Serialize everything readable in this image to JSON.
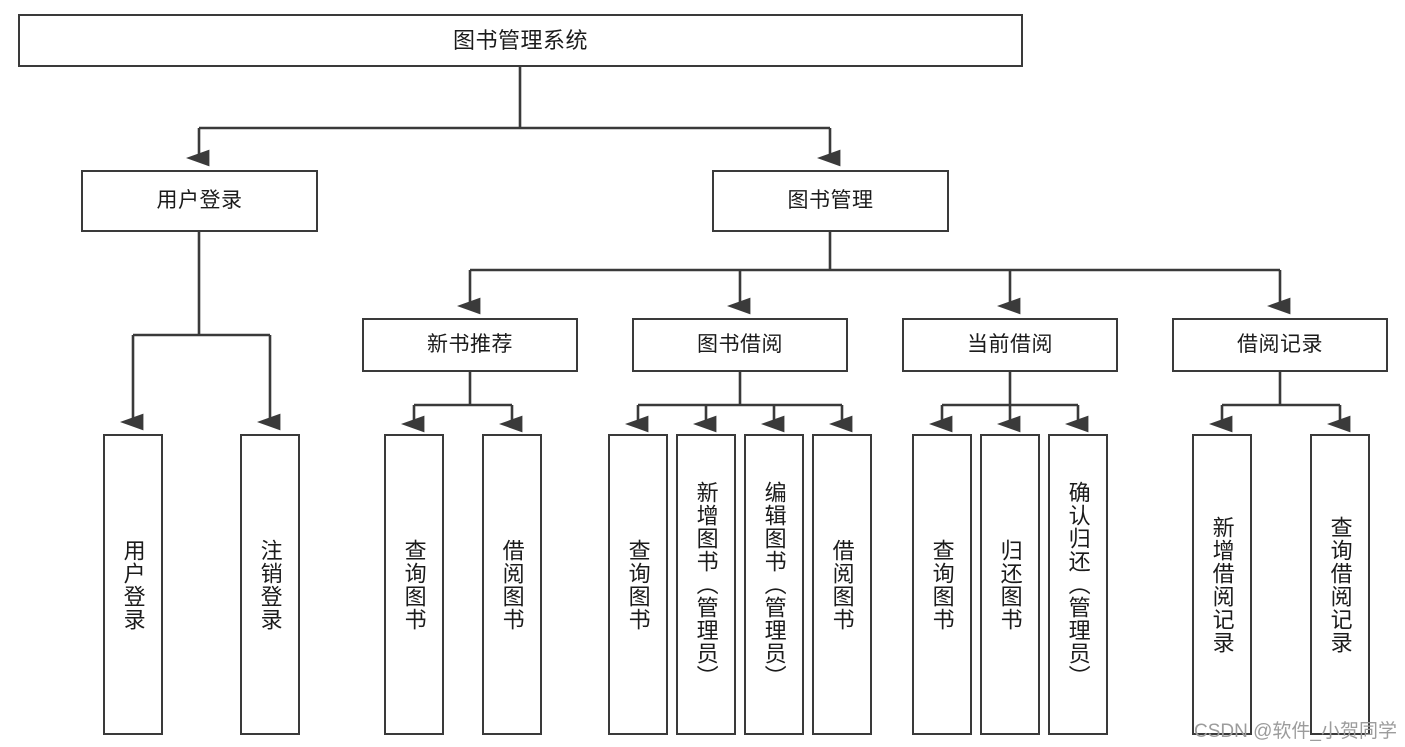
{
  "diagram": {
    "title": "图书管理系统",
    "type": "tree-hierarchy",
    "root": {
      "label": "图书管理系统"
    },
    "level2": [
      {
        "label": "用户登录"
      },
      {
        "label": "图书管理"
      }
    ],
    "level3": [
      {
        "label": "新书推荐"
      },
      {
        "label": "图书借阅"
      },
      {
        "label": "当前借阅"
      },
      {
        "label": "借阅记录"
      }
    ],
    "leaves": {
      "user_login": [
        {
          "label": "用户登录"
        },
        {
          "label": "注销登录"
        }
      ],
      "new_book_recommend": [
        {
          "label": "查询图书"
        },
        {
          "label": "借阅图书"
        }
      ],
      "book_borrow": [
        {
          "label": "查询图书"
        },
        {
          "label": "新增图书（管理员）"
        },
        {
          "label": "编辑图书（管理员）"
        },
        {
          "label": "借阅图书"
        }
      ],
      "current_borrow": [
        {
          "label": "查询图书"
        },
        {
          "label": "归还图书"
        },
        {
          "label": "确认归还（管理员）"
        }
      ],
      "borrow_record": [
        {
          "label": "新增借阅记录"
        },
        {
          "label": "查询借阅记录"
        }
      ]
    }
  },
  "watermark": {
    "text": "CSDN @软件_小贺同学"
  },
  "colors": {
    "stroke": "#3a3a3a",
    "text": "#1b1b1b",
    "background": "#ffffff",
    "watermark": "#9c9c9c"
  }
}
